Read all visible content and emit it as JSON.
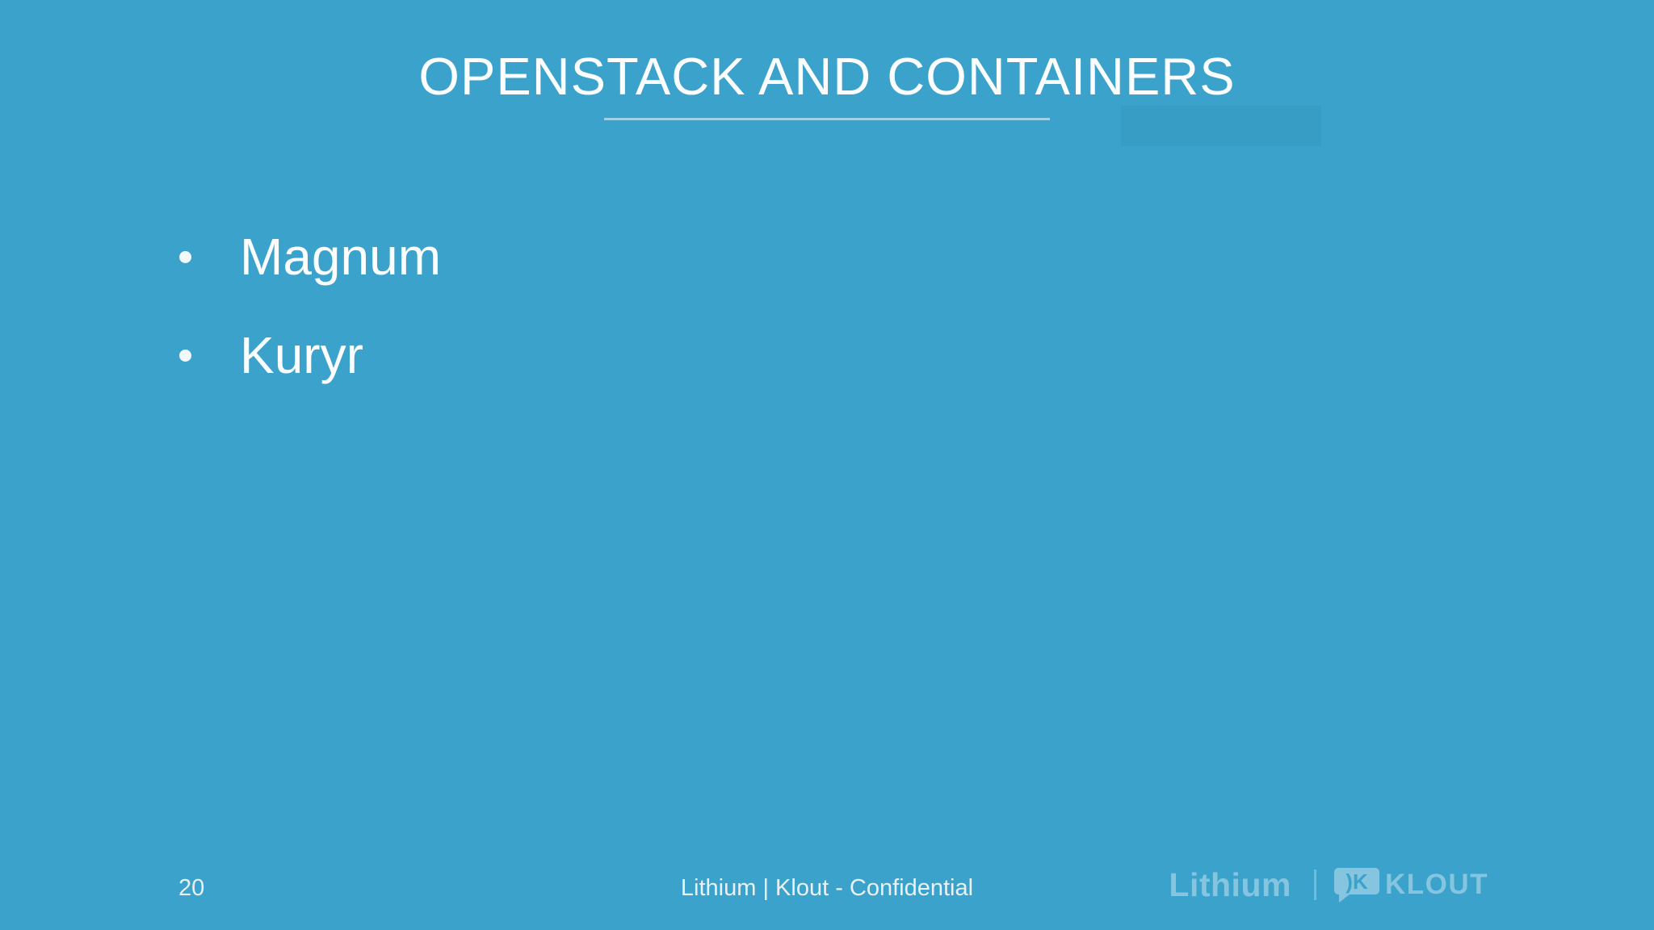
{
  "title": {
    "text": "OPENSTACK AND CONTAINERS"
  },
  "bullets": [
    "Magnum",
    "Kuryr"
  ],
  "footer": {
    "page_number": "20",
    "confidential": "Lithium | Klout - Confidential",
    "lithium_logo": "Lithium",
    "klout_logo": "KLOUT",
    "klout_icon_glyph": ")K"
  },
  "colors": {
    "background": "#3AA2CB",
    "title_text": "#FBFDFE",
    "bullet_text": "#FBFDFE",
    "footer_text": "#E9F1F5",
    "logo": "#85C5DF",
    "underline": "rgba(255,255,255,0.5)"
  }
}
